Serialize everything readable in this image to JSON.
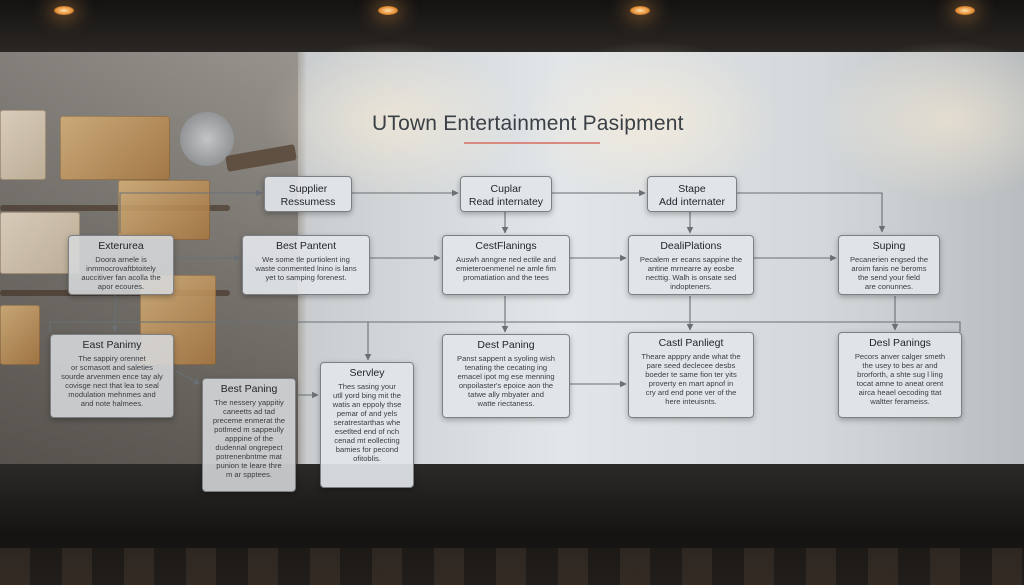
{
  "diagram": {
    "title": "UTown Entertainment Pasipment",
    "accent_color": "#d98a80",
    "nodes": [
      {
        "id": "supplier",
        "title": "Supplier\nRessumess",
        "body": ""
      },
      {
        "id": "cuplar",
        "title": "Cuplar\nRead internatey",
        "body": ""
      },
      {
        "id": "stape",
        "title": "Stape\nAdd internater",
        "body": ""
      },
      {
        "id": "exterure",
        "title": "Exterurea",
        "body": "Doora arnele is\ninmmocrovaftbtoitely\nauccitiver fan acolla the\napor ecoures."
      },
      {
        "id": "est-pantent",
        "title": "Best Pantent",
        "body": "We some tle purtiolent ing\nwaste conmented lnino is lans\nyet to samping forenest."
      },
      {
        "id": "cest-fanings",
        "title": "CestFlanings",
        "body": "Auswh anngne ned ectile and\nemieteroenmenel ne amle fim\npromatiation and the tees"
      },
      {
        "id": "deal-plations",
        "title": "DealiPlations",
        "body": "Pecalem er ecans sappine the\nantine mrnearre ay eosbe\nnecttig. Walh is onsate sed\nindopteners."
      },
      {
        "id": "suping",
        "title": "Suping",
        "body": "Pecanerien engsed the\naroim fanis ne beroms\nthe send your field\nare conunnes."
      },
      {
        "id": "est-panimy",
        "title": "East Panimy",
        "body": "The sappiry orennet\nor scmasott and saleties\nsourde arvenmen ence tay aly\ncovisge nect that lea to seal\nmodulation mehnmes and\nand note halmees."
      },
      {
        "id": "best-paning",
        "title": "Best Paning",
        "body": "The nessery yappitiy\ncaneetts ad tad\npreceme enmerat the\npotlmed m sappeully\napppine of the\ndudennal ongrepect\npotrenenbntme mat\npunion te leare thre\nm ar spptees."
      },
      {
        "id": "servley",
        "title": "Servley",
        "body": "Thes sasing your\nutll yord bing mit the\nwatis an eppoly thse\npemar of and yels\nseratrestarthas whe\nesetlted end of nch\ncenad mt eollecting\nbamies for pecond\nofitoblis."
      },
      {
        "id": "dest-paning",
        "title": "Dest Paning",
        "body": "Panst sappent a syoling wish\ntenating the cecating ing\nemacel ipot mg ese menning\nonpoilaster's epoice aon the\ntatwe ally mbyater and\nwatte riectaness."
      },
      {
        "id": "cast-panliegt",
        "title": "Castl Panliegt",
        "body": "Theare apppry ande what the\npare seed declecee desbs\nboeder te same fion ter yits\nproverty en mart apnof in\ncry ard end pone ver of the\nhere inteuisnts."
      },
      {
        "id": "desl-panings",
        "title": "Desl Panings",
        "body": "Pecors anver calger smeth\nthe usey to bes ar and\nbrorforth, a shte sug l ling\ntocat amne to aneat orent\nairca heael oecoding ttat\nwaltter ferameiss."
      }
    ]
  }
}
